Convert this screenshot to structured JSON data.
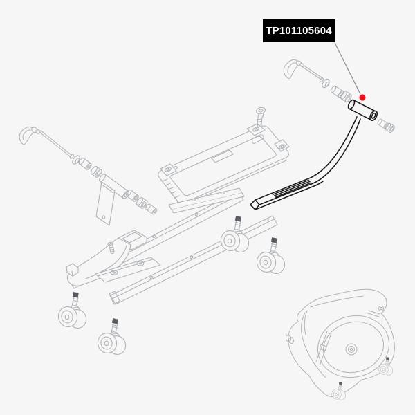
{
  "page": {
    "background_color": "#f6f6f6"
  },
  "part_label": {
    "text": "TP101105604",
    "bg_color": "#000000",
    "text_color": "#ffffff"
  },
  "marker": {
    "color": "#e8131c",
    "leader_line_color": "#8c8f92",
    "points_to": "trolley-handle"
  },
  "diagram": {
    "line_color": "#b0b4b8",
    "highlight_line_color": "#1b1b1e",
    "parts": [
      "quick-release-skewer-left",
      "spacer-set-left",
      "wheel-mount-bracket",
      "spacer-set-left-outer",
      "base-platform",
      "platform-screw",
      "support-bar",
      "quick-release-skewer-right",
      "spacer-set-right",
      "trolley-handle",
      "handle-spacers-right",
      "chassis-rail-upper",
      "chassis-rail-lower",
      "chassis-foot",
      "foot-pin-screw",
      "caster-wheel-1",
      "caster-wheel-2",
      "caster-wheel-attached",
      "caster-wheel-4",
      "bike-travel-case"
    ]
  }
}
